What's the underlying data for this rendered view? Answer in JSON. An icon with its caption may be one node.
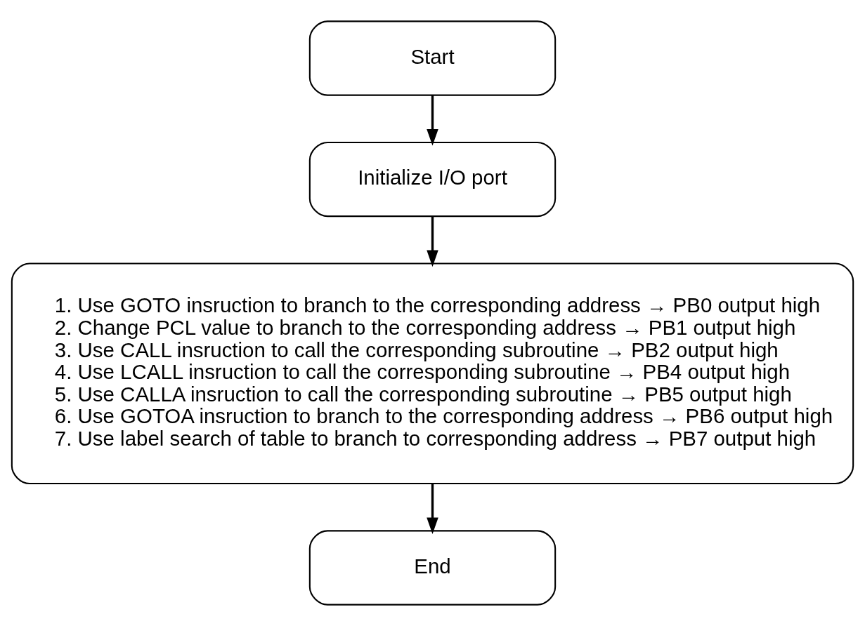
{
  "diagram": {
    "nodes": [
      {
        "text": [
          "Start"
        ]
      },
      {
        "text": [
          "Initialize I/O port"
        ]
      },
      {
        "text": [
          "1. Use GOTO insruction to branch to the corresponding address → PB0 output high",
          "2. Change PCL value to branch to the corresponding address → PB1 output high",
          "3. Use CALL insruction to call the corresponding subroutine → PB2 output high",
          "4. Use LCALL insruction to call the corresponding subroutine → PB4 output high",
          "5. Use CALLA insruction to call the corresponding subroutine → PB5 output high",
          "6. Use GOTOA insruction to branch to the corresponding address → PB6 output high",
          "7. Use label search of table to branch to corresponding address → PB7 output high"
        ]
      },
      {
        "text": [
          "End"
        ]
      }
    ],
    "edges": [
      {
        "from": 0,
        "to": 1,
        "arrow": "to"
      },
      {
        "from": 1,
        "to": 2,
        "arrow": "to"
      },
      {
        "from": 2,
        "to": 3,
        "arrow": "to"
      }
    ]
  }
}
